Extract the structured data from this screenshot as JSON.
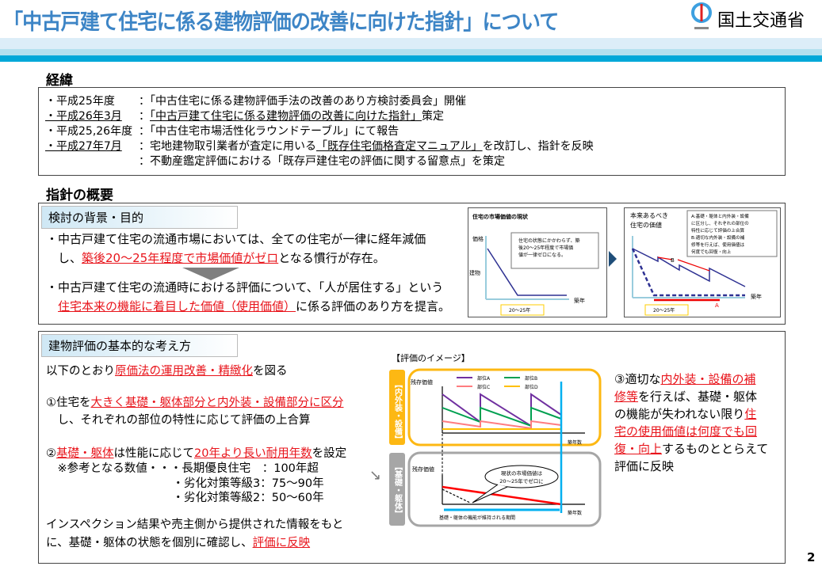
{
  "header": {
    "title": "「中古戸建て住宅に係る建物評価の改善に向けた指針」について",
    "ministry": "国土交通省"
  },
  "history": {
    "heading": "経緯",
    "rows": [
      {
        "date": "・平成25年度",
        "date_ul": false,
        "segs": [
          {
            "t": "：「中古住宅に係る建物評価手法の改善のあり方検討委員会」開催"
          }
        ]
      },
      {
        "date": "・平成26年3月",
        "date_ul": true,
        "segs": [
          {
            "t": "：",
            "u": false
          },
          {
            "t": "「中古戸建て住宅に係る建物評価の改善に向けた指針」",
            "u": true
          },
          {
            "t": "策定"
          }
        ]
      },
      {
        "date": "・平成25,26年度",
        "date_ul": false,
        "segs": [
          {
            "t": "：「中古住宅市場活性化ラウンドテーブル」にて報告"
          }
        ]
      },
      {
        "date": "・平成27年7月",
        "date_ul": true,
        "segs": [
          {
            "t": "：宅地建物取引業者が査定に用いる"
          },
          {
            "t": "「既存住宅価格査定マニュアル」",
            "u": true
          },
          {
            "t": "を改訂し、指針を反映"
          }
        ]
      },
      {
        "date": "",
        "date_ul": false,
        "segs": [
          {
            "t": "：不動産鑑定評価における「既存戸建住宅の評価に関する留意点」を策定"
          }
        ]
      }
    ]
  },
  "overview": {
    "heading": "指針の概要"
  },
  "background": {
    "label": "検討の背景・目的",
    "lines": [
      [
        {
          "t": "・中古戸建て住宅の流通市場においては、全ての住宅が一律に経年減価"
        }
      ],
      [
        {
          "t": "　し、"
        },
        {
          "t": "築後20～25年程度で市場価値がゼロ",
          "r": true
        },
        {
          "t": "となる慣行が存在。"
        }
      ],
      [
        {
          "t": "・中古戸建て住宅の流通時における評価について、「人が居住する」という"
        }
      ],
      [
        {
          "t": "　"
        },
        {
          "t": "住宅本来の機能に着目した価値（使用価値）",
          "r": true
        },
        {
          "t": "に係る評価のあり方を提言。"
        }
      ]
    ]
  },
  "diagram_current": {
    "title": "住宅の市場価値の現状",
    "y_label": "価格",
    "building_label": "建物",
    "x_label": "築年",
    "period": "20～25年",
    "callout": [
      "住宅の状態にかかわらず、築",
      "後20～25年程度で市場価",
      "値が一律ゼロになる。"
    ]
  },
  "diagram_ideal": {
    "title": [
      "本来あるべき",
      "住宅の価値"
    ],
    "x_label": "築年",
    "period": "20～25年",
    "marker_a": "A",
    "marker_b": "B",
    "callout": [
      "A:基礎・躯体と内外装・設備",
      "に区分し、それぞれの部位の",
      "特性に応じて評価の上合算",
      "B:適切な内外装・設備の補",
      "修等を行えば、使用価値は",
      "何度でも回復・向上"
    ]
  },
  "basic": {
    "label": "建物評価の基本的な考え方",
    "lines": [
      [
        {
          "t": "以下のとおり"
        },
        {
          "t": "原価法の運用改善・精緻化",
          "r": true
        },
        {
          "t": "を図る"
        }
      ],
      [
        {
          "t": "①住宅を"
        },
        {
          "t": "大きく基礎・躯体部分と内外装・設備部分に区分",
          "r": true
        }
      ],
      [
        {
          "t": "　し、それぞれの部位の特性に応じて評価の上合算"
        }
      ],
      [
        {
          "t": "②"
        },
        {
          "t": "基礎・躯体",
          "r": true
        },
        {
          "t": "は性能に応じて"
        },
        {
          "t": "20年より長い耐用年数",
          "r": true
        },
        {
          "t": "を設定"
        }
      ],
      [
        {
          "t": "　※参考となる数値・・・長期優良住宅　：100年超"
        }
      ],
      [
        {
          "t": "　　　　　　　　　　　・劣化対策等級3：75～90年"
        }
      ],
      [
        {
          "t": "　　　　　　　　　　　・劣化対策等級2：50～60年"
        }
      ],
      [
        {
          "t": "インスペクション結果や売主側から提供された情報をもと"
        }
      ],
      [
        {
          "t": "に、基礎・躯体の状態を個別に確認し、"
        },
        {
          "t": "評価に反映",
          "r": true
        }
      ]
    ],
    "right_lines": [
      [
        {
          "t": "③適切な"
        },
        {
          "t": "内外装・設備の補",
          "r": true
        }
      ],
      [
        {
          "t": "修等",
          "r": true
        },
        {
          "t": "を行えば、基礎・躯体"
        }
      ],
      [
        {
          "t": "の機能が失われない限り"
        },
        {
          "t": "住",
          "r": true
        }
      ],
      [
        {
          "t": "宅の使用価値は何度でも回",
          "r": true
        }
      ],
      [
        {
          "t": "復・向上",
          "r": true
        },
        {
          "t": "するものととらえて"
        }
      ],
      [
        {
          "t": "評価に反映"
        }
      ]
    ]
  },
  "image": {
    "title": "【評価のイメージ】",
    "upper_tag": "【内外装・設備】",
    "lower_tag": "【基礎・躯体】",
    "y_label": "残存価値",
    "x_label": "築年数",
    "legend": [
      "部位A",
      "部位B",
      "部位C",
      "部位D"
    ],
    "legend_colors": [
      "#7030a0",
      "#00a050",
      "#ff7c80",
      "#ffc000"
    ],
    "bubble": [
      "現状の市場価値は",
      "20～25年でゼロに"
    ],
    "period_label": "基礎・躯体の機能が維持される期間"
  },
  "page_number": "2"
}
